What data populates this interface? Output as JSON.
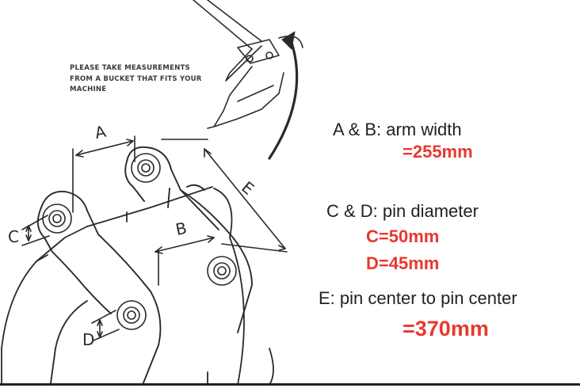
{
  "instructions": {
    "lines": [
      "PLEASE TAKE MEASUREMENTS",
      "FROM A BUCKET THAT FITS YOUR",
      "MACHINE"
    ]
  },
  "diagram_labels": {
    "a": "A",
    "b": "B",
    "c": "C",
    "d": "D",
    "e": "E"
  },
  "specs": {
    "ab_label": "A & B: arm width",
    "ab_value": "=255mm",
    "cd_label": "C & D: pin diameter",
    "c_value": "C=50mm",
    "d_value": "D=45mm",
    "e_label": "E: pin center to pin center",
    "e_value": "=370mm"
  },
  "colors": {
    "value_text": "#e8382f",
    "line_art": "#222222"
  }
}
